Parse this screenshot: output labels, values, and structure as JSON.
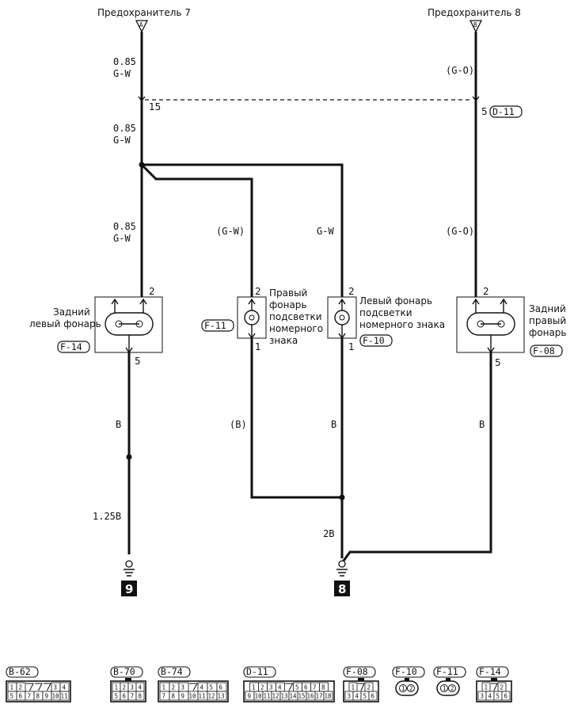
{
  "fuses": [
    {
      "label": "Предохранитель 7",
      "letter": "A"
    },
    {
      "label": "Предохранитель 8",
      "letter": "B"
    }
  ],
  "wires": {
    "w1_top": [
      "0.85",
      "G-W"
    ],
    "w1_mid": [
      "0.85",
      "G-W"
    ],
    "w1_low": [
      "0.85",
      "G-W"
    ],
    "w2": "(G-W)",
    "w3": "G-W",
    "w4_top": "(G-O)",
    "w4_low": "(G-O)",
    "w1_bot": "B",
    "w2_bot": "(B)",
    "w3_bot": "B",
    "w4_bot": "B",
    "w_ground1": "1.25B",
    "w_ground2": "2B"
  },
  "connector_pins": {
    "left_join": "15",
    "right_join": "5",
    "right_connector": "D-11"
  },
  "lamps": [
    {
      "name_lines": [
        "Задний",
        "левый фонарь"
      ],
      "connector": "F-14",
      "pin_top": "2",
      "pin_bottom": "5"
    },
    {
      "name_lines": [
        "Правый",
        "фонарь",
        "подсветки",
        "номерного",
        "знака"
      ],
      "connector": "F-11",
      "pin_top": "2",
      "pin_bottom": "1"
    },
    {
      "name_lines": [
        "Левый фонарь",
        "подсветки",
        "номерного знака"
      ],
      "connector": "F-10",
      "pin_top": "2",
      "pin_bottom": "1"
    },
    {
      "name_lines": [
        "Задний",
        "правый",
        "фонарь"
      ],
      "connector": "F-08",
      "pin_top": "2",
      "pin_bottom": "5"
    }
  ],
  "grounds": [
    "9",
    "8"
  ],
  "connector_legend": [
    {
      "id": "B-62",
      "rows": [
        [
          "1",
          "2",
          "",
          "",
          "",
          "3",
          "4"
        ],
        [
          "5",
          "6",
          "7",
          "8",
          "9",
          "10",
          "11"
        ]
      ]
    },
    {
      "id": "B-70",
      "rows": [
        [
          "1",
          "2",
          "3",
          "4"
        ],
        [
          "5",
          "6",
          "7",
          "8"
        ]
      ]
    },
    {
      "id": "B-74",
      "rows": [
        [
          "1",
          "2",
          "3",
          "",
          "4",
          "5",
          "6"
        ],
        [
          "7",
          "8",
          "9",
          "10",
          "11",
          "12",
          "13"
        ]
      ]
    },
    {
      "id": "D-11",
      "rows": [
        [
          "1",
          "2",
          "3",
          "4",
          "",
          "5",
          "6",
          "7",
          "8"
        ],
        [
          "9",
          "10",
          "11",
          "12",
          "13",
          "14",
          "15",
          "16",
          "17",
          "18"
        ]
      ]
    },
    {
      "id": "F-08",
      "rows": [
        [
          "1",
          "",
          "2"
        ],
        [
          "3",
          "4",
          "5",
          "6"
        ]
      ]
    },
    {
      "id": "F-10",
      "rows": [
        [
          "1",
          "2"
        ]
      ]
    },
    {
      "id": "F-11",
      "rows": [
        [
          "1",
          "2"
        ]
      ]
    },
    {
      "id": "F-14",
      "rows": [
        [
          "1",
          "",
          "2"
        ],
        [
          "3",
          "4",
          "5",
          "6"
        ]
      ]
    }
  ]
}
